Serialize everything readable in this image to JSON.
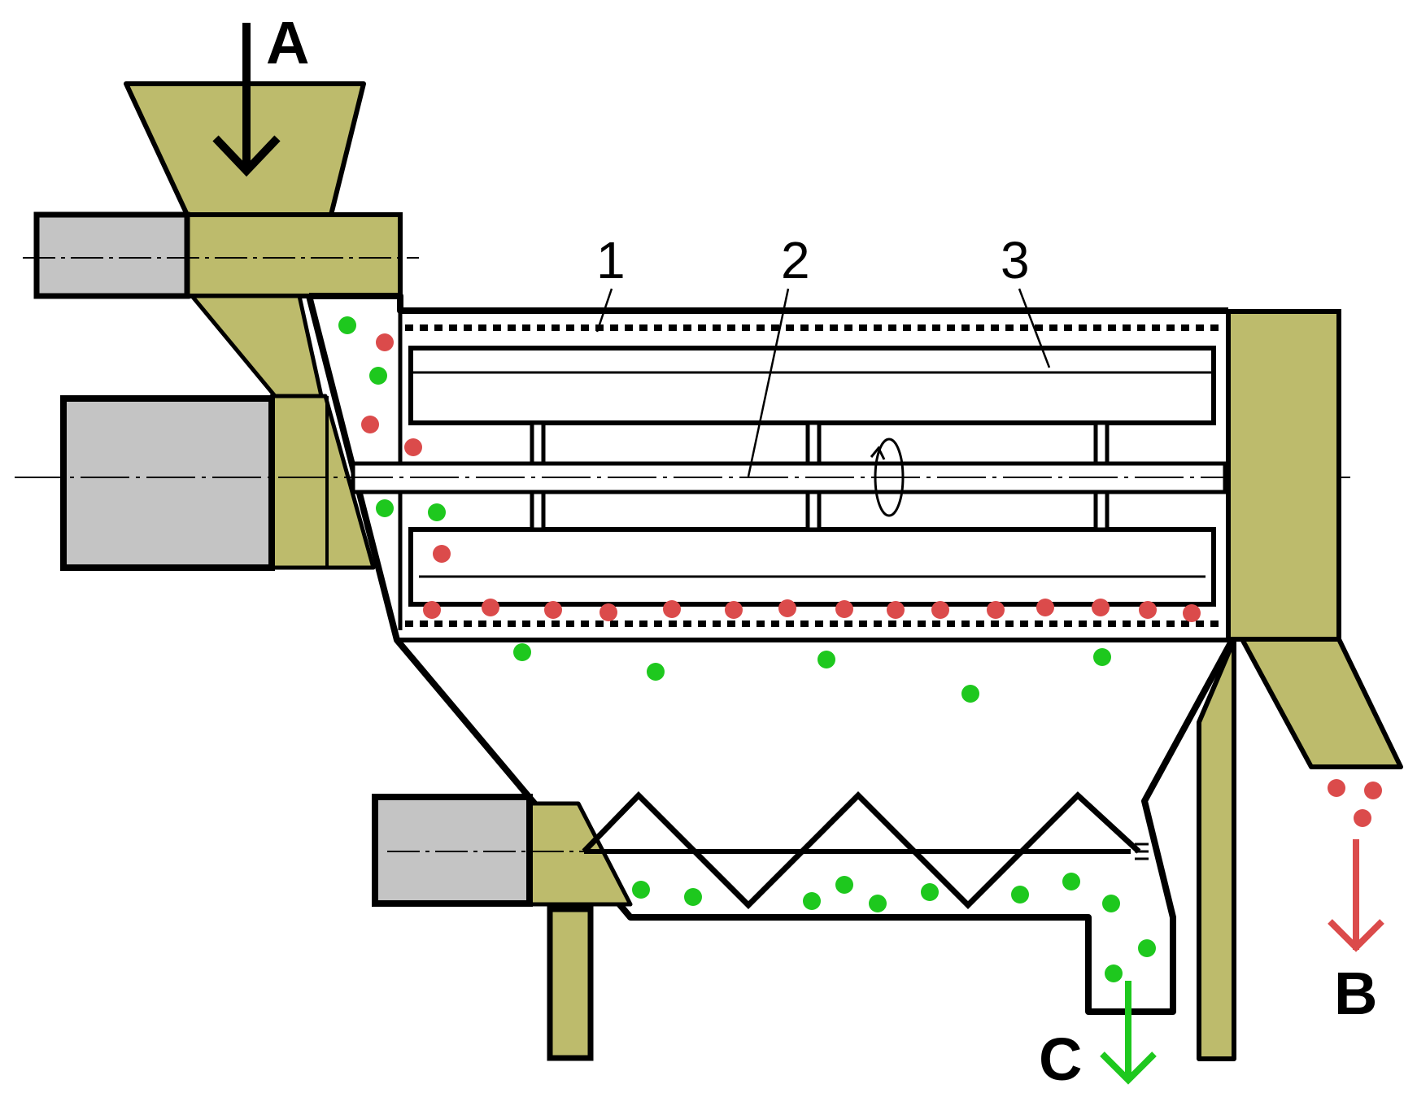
{
  "labels": {
    "part_1": "1",
    "part_2": "2",
    "part_3": "3",
    "flow_in": "A",
    "flow_out_red": "B",
    "flow_out_green": "C"
  },
  "colors": {
    "housing": "#BDBB6C",
    "motor": "#C4C4C4",
    "outline": "#000000",
    "red_particle": "#DB4B4B",
    "green_particle": "#1EC81E",
    "arrow_in": "#000000",
    "arrow_b": "#DB4B4B",
    "arrow_c": "#1EC81E"
  }
}
